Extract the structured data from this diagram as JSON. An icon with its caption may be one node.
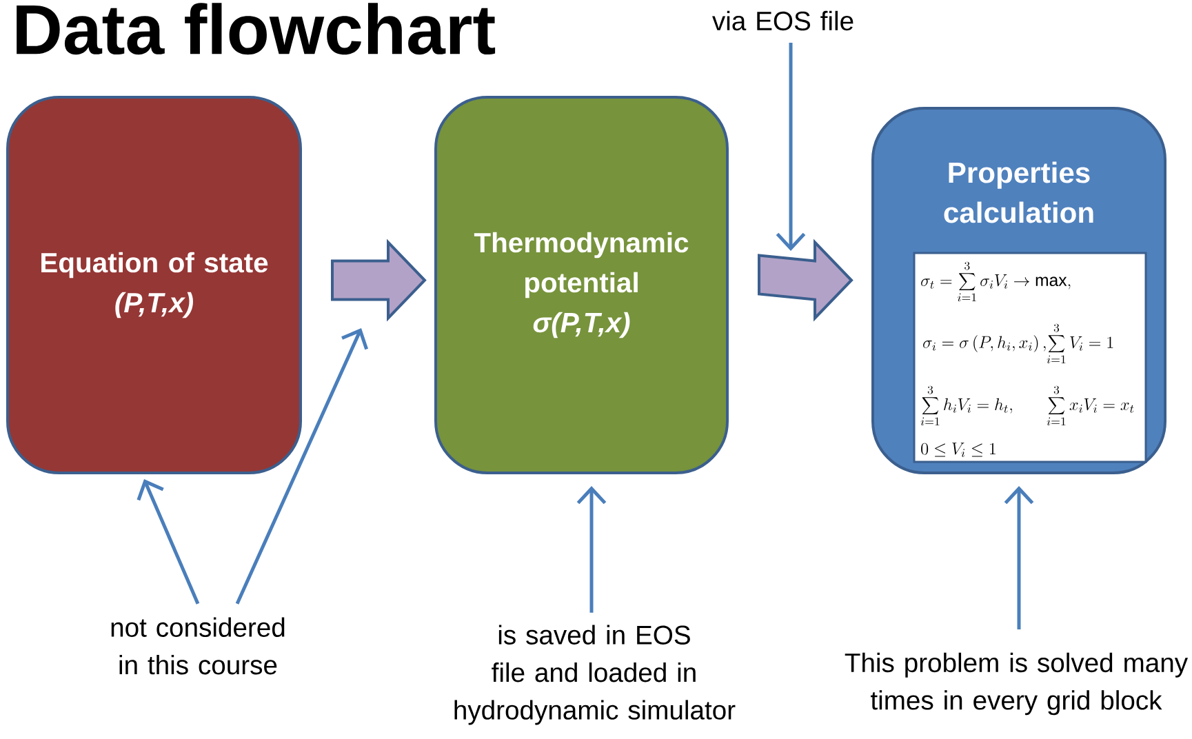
{
  "diagram": {
    "title": "Data flowchart",
    "nodes": [
      {
        "text": [
          "Equation of state",
          "(P,T,x)"
        ]
      },
      {
        "text": [
          "Thermodynamic potential",
          "σ(P,T,x)"
        ]
      },
      {
        "text": [
          "Properties calculation"
        ]
      },
      {
        "text": [
          "\\sigma_t=\\sum_{i=1}^{3}\\sigma_i V_i\\to\\max,",
          "\\sigma_i=\\sigma\\left(P,h_i,x_i\\right),",
          "\\sum_{i=1}^{3}V_i=1",
          "\\sum_{i=1}^{3}h_iV_i=h_t,",
          "\\sum_{i=1}^{3}x_iV_i=x_t",
          "0\\le V_i\\le 1"
        ],
        "in": 2
      },
      {
        "text": [
          "via EOS file"
        ]
      },
      {
        "text": [
          "not considered in this course"
        ]
      },
      {
        "text": [
          "is saved in EOS file and loaded in hydrodynamic simulator"
        ]
      },
      {
        "text": [
          "This problem is solved many times in every grid block"
        ]
      }
    ],
    "edges": [
      {
        "from": 0,
        "to": 1,
        "arrow": "to",
        "style": "thick",
        "color": "#b3a2c7"
      },
      {
        "from": 1,
        "to": 2,
        "arrow": "to",
        "style": "thick",
        "color": "#b3a2c7"
      },
      {
        "from": 4,
        "to": null,
        "arrow": "to"
      },
      {
        "from": 5,
        "to": 0,
        "arrow": "to"
      },
      {
        "from": 5,
        "to": null,
        "arrow": "to"
      },
      {
        "from": 6,
        "to": 1,
        "arrow": "to"
      },
      {
        "from": 7,
        "to": 2,
        "arrow": "to"
      }
    ]
  }
}
